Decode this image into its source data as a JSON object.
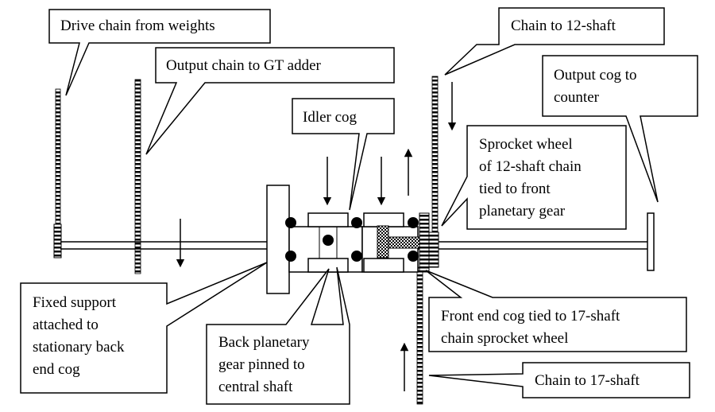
{
  "labels": {
    "drive_chain": "Drive chain from weights",
    "output_chain": "Output chain to GT adder",
    "chain_12": "Chain to 12-shaft",
    "output_cog": [
      "Output cog to",
      "counter"
    ],
    "idler_cog": "Idler cog",
    "sprocket_12": [
      "Sprocket wheel",
      "of 12-shaft chain",
      "tied to front",
      "planetary gear"
    ],
    "fixed_support": [
      "Fixed support",
      "attached to",
      "stationary back",
      "end cog"
    ],
    "back_planetary": [
      "Back planetary",
      "gear pinned to",
      "central shaft"
    ],
    "front_end_cog": [
      "Front end cog tied to 17-shaft",
      "chain sprocket wheel"
    ],
    "chain_17": "Chain to 17-shaft"
  }
}
